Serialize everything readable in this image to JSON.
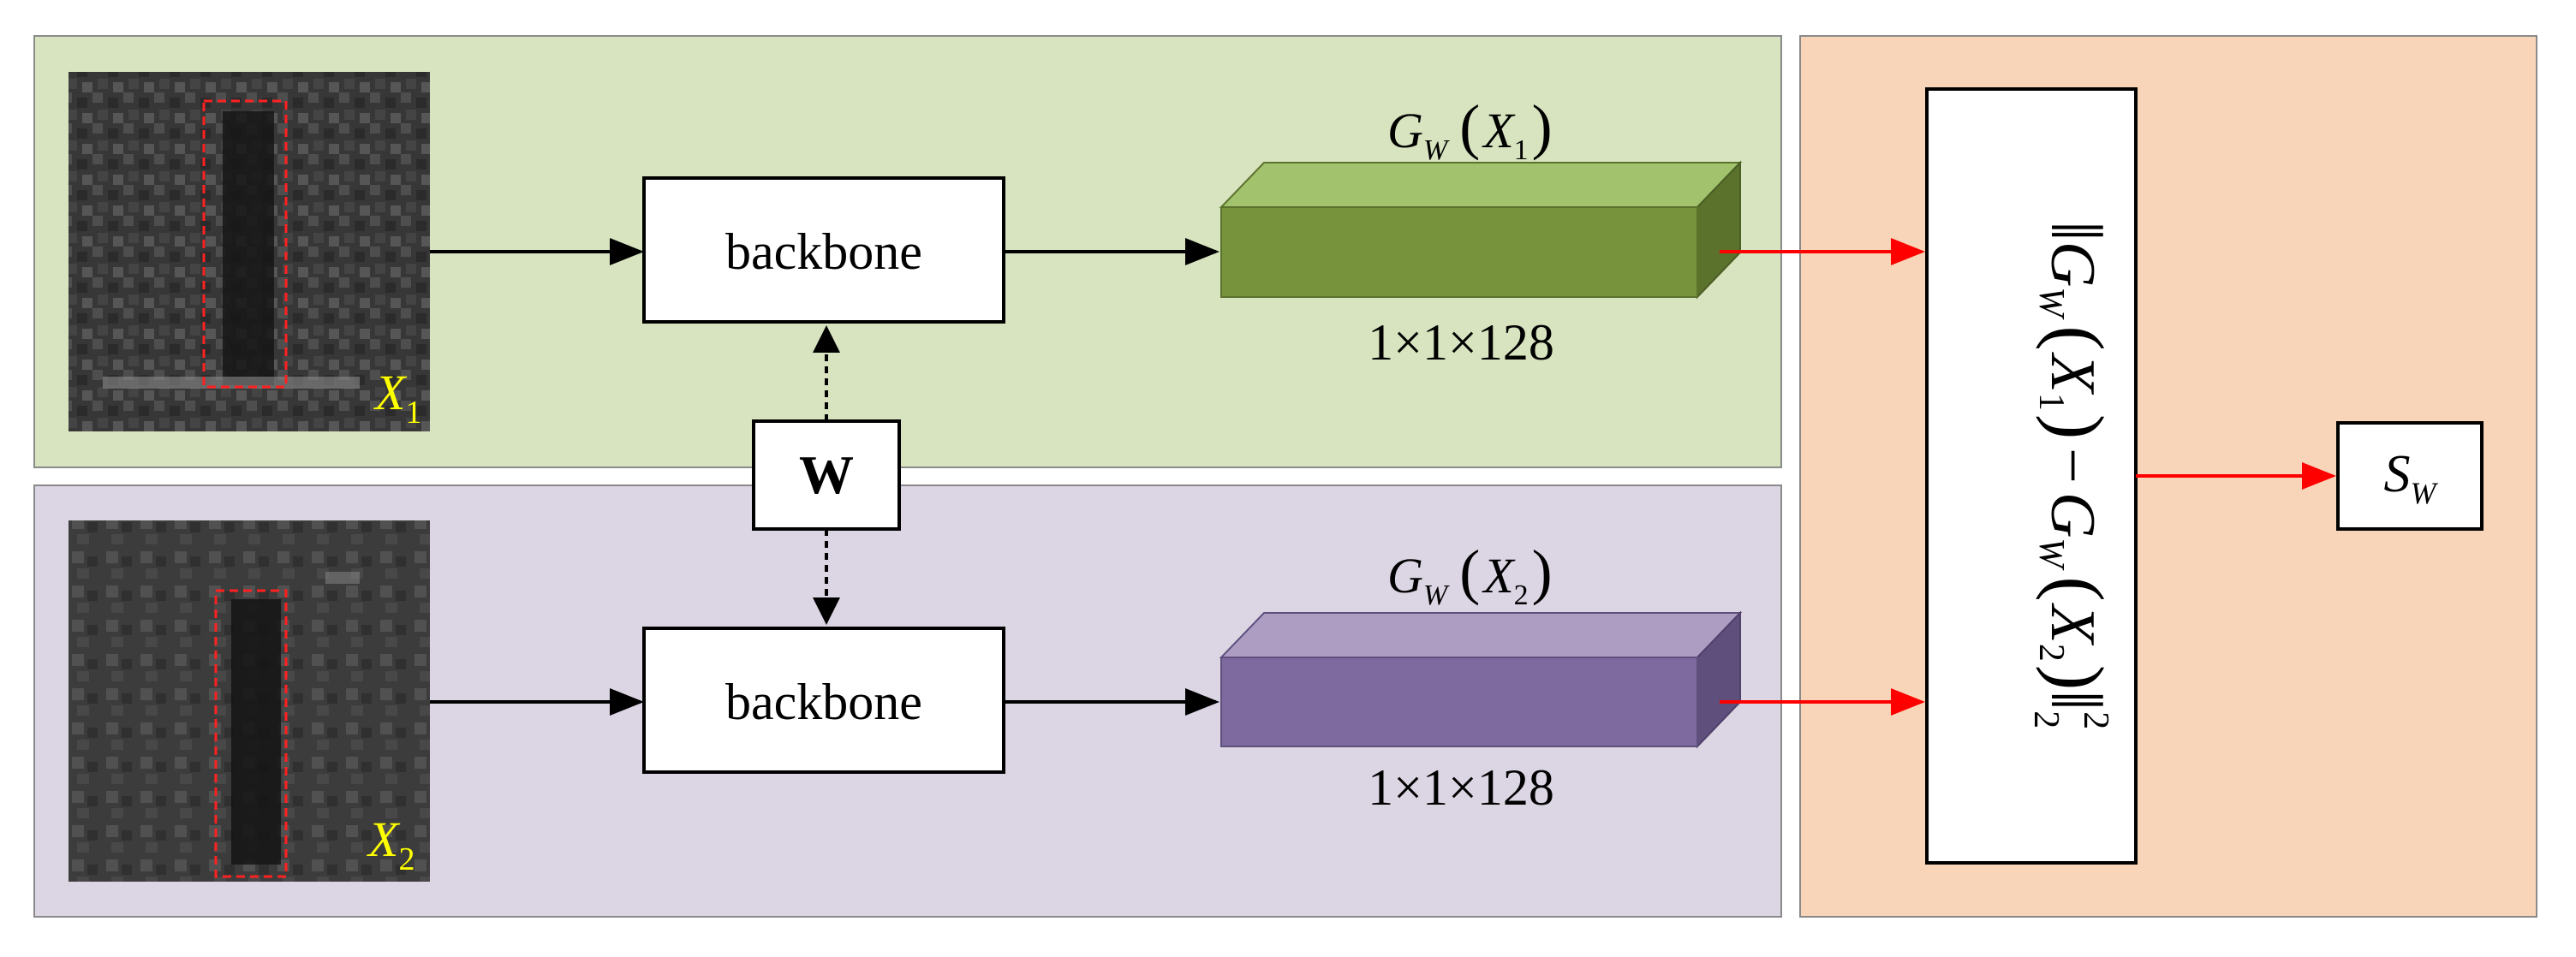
{
  "branches": [
    {
      "input_label": "X",
      "input_sub": "1",
      "backbone_label": "backbone",
      "feature_label": {
        "fn": "G",
        "fn_sub": "W",
        "arg": "X",
        "arg_sub": "1"
      },
      "dim_label": "1×1×128"
    },
    {
      "input_label": "X",
      "input_sub": "2",
      "backbone_label": "backbone",
      "feature_label": {
        "fn": "G",
        "fn_sub": "W",
        "arg": "X",
        "arg_sub": "2"
      },
      "dim_label": "1×1×128"
    }
  ],
  "shared_weights_label": "W",
  "output_label": {
    "main": "S",
    "sub": "W"
  },
  "distance_formula": {
    "fn": "G",
    "fn_sub": "W",
    "arg": "X",
    "arg1_sub": "1",
    "arg2_sub": "2",
    "minus": "−",
    "norm_sub": "2",
    "norm_sup": "2"
  },
  "colors": {
    "green_panel": "#d7e4bf",
    "purple_panel": "#dcd6e4",
    "orange_panel": "#f8d5b8",
    "green_box_front": "#77933c",
    "green_box_top": "#a3c26e",
    "green_box_side": "#5b722d",
    "purple_box_front": "#7f6a9f",
    "purple_box_top": "#ad9dc3",
    "purple_box_side": "#5f4f7d",
    "arrow_black": "#000000",
    "arrow_red": "#ff0000",
    "input_label": "#ffff00",
    "crop_box": "#ff2020"
  }
}
